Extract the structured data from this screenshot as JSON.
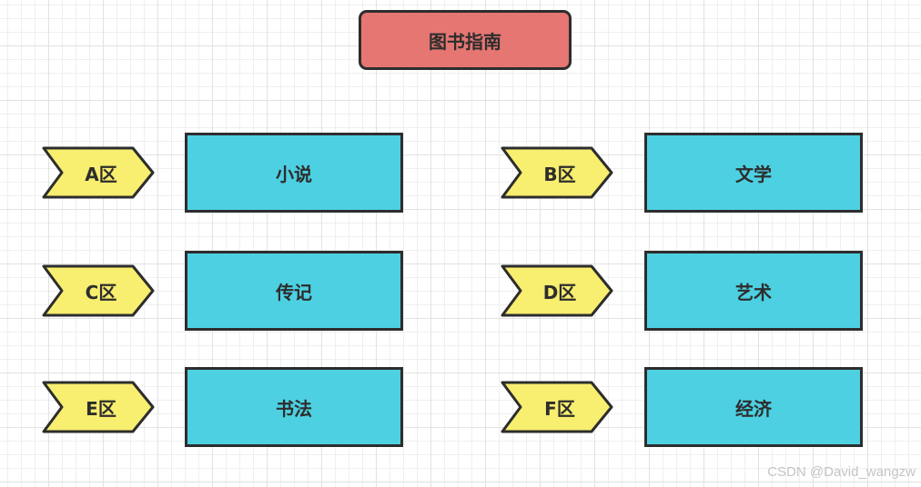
{
  "title": {
    "label": "图书指南"
  },
  "zones": [
    {
      "zone": "A区",
      "category": "小说"
    },
    {
      "zone": "B区",
      "category": "文学"
    },
    {
      "zone": "C区",
      "category": "传记"
    },
    {
      "zone": "D区",
      "category": "艺术"
    },
    {
      "zone": "E区",
      "category": "书法"
    },
    {
      "zone": "F区",
      "category": "经济"
    }
  ],
  "watermark": "CSDN @David_wangzw",
  "colors": {
    "title-fill": "#E57672",
    "arrow-fill": "#F8EE6F",
    "box-fill": "#4DD0E1",
    "shape-border": "#2D2D2D",
    "text": "#2D2D2D",
    "grid-minor": "#EFEFEF",
    "grid-major": "#E2E2E2",
    "watermark": "#C5C5C5"
  }
}
